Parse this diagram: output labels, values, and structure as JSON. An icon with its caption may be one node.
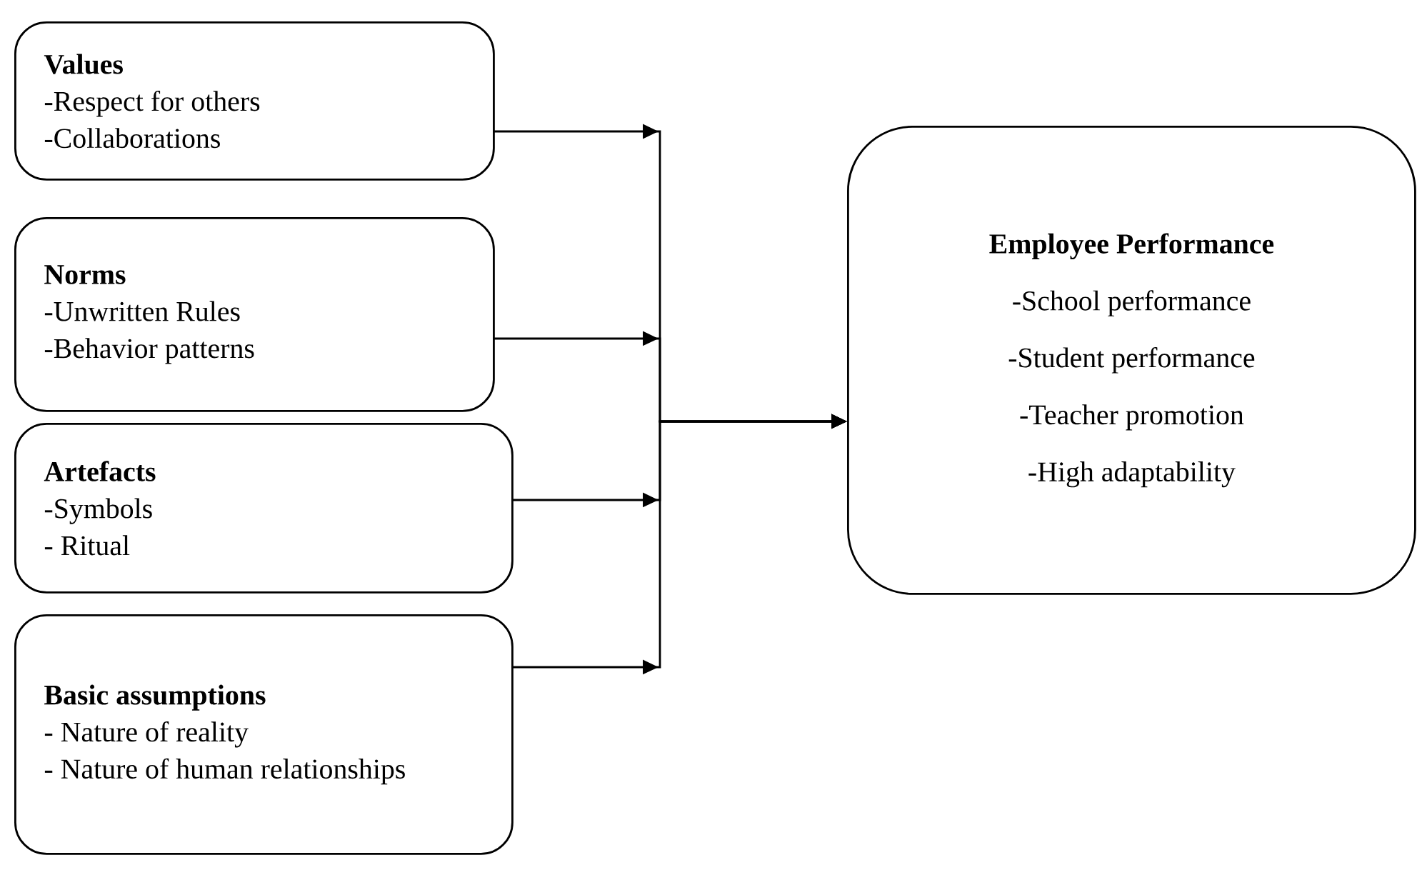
{
  "diagram": {
    "nodes": [
      {
        "text": [
          "Values",
          "-Respect for others",
          "-Collaborations"
        ]
      },
      {
        "text": [
          "Norms",
          "-Unwritten Rules",
          "-Behavior patterns"
        ]
      },
      {
        "text": [
          "Artefacts",
          "-Symbols",
          "- Ritual"
        ]
      },
      {
        "text": [
          "Basic assumptions",
          "- Nature of reality",
          "- Nature of human relationships"
        ]
      },
      {
        "text": [
          "Employee Performance",
          "-School performance",
          "-Student performance",
          "-Teacher promotion",
          "-High adaptability"
        ]
      }
    ],
    "edges": [
      {
        "from": 0,
        "to": 4,
        "arrow": "to"
      },
      {
        "from": 1,
        "to": 4,
        "arrow": "to"
      },
      {
        "from": 2,
        "to": 4,
        "arrow": "to"
      },
      {
        "from": 3,
        "to": 4,
        "arrow": "to"
      }
    ]
  }
}
